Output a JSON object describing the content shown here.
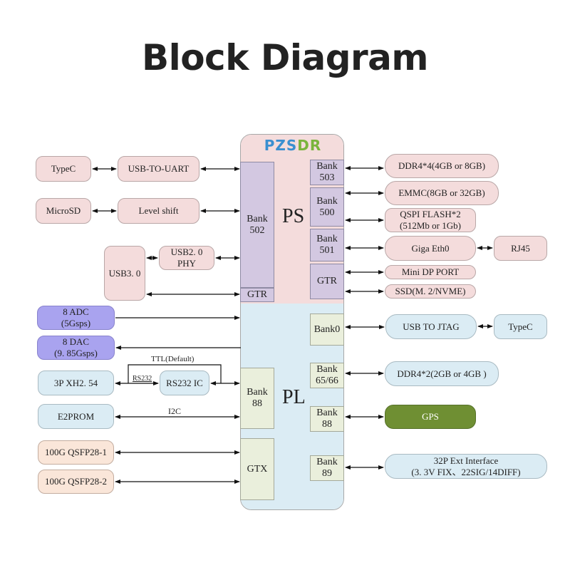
{
  "title": "Block Diagram",
  "logo": {
    "part1": "PZS",
    "part2": "DR"
  },
  "chip": {
    "ps_label": "PS",
    "pl_label": "PL",
    "ps_banks": {
      "bank502": "Bank\n502",
      "gtr_left": "GTR",
      "bank503": "Bank\n503",
      "bank500": "Bank\n500",
      "bank501": "Bank\n501",
      "gtr_right": "GTR"
    },
    "pl_banks": {
      "bank88_left": "Bank\n88",
      "gtx": "GTX",
      "bank0": "Bank0",
      "bank65_66": "Bank\n65/66",
      "bank88_right": "Bank\n88",
      "bank89": "Bank\n89"
    }
  },
  "left_blocks": {
    "typec": "TypeC",
    "usb_to_uart": "USB-TO-UART",
    "microsd": "MicroSD",
    "level_shift": "Level shift",
    "usb3": "USB3. 0",
    "usb2_phy": "USB2. 0\nPHY",
    "adc": "8 ADC\n(5Gsps)",
    "dac": "8 DAC\n(9. 85Gsps)",
    "xh254": "3P XH2. 54",
    "rs232_ic": "RS232 IC",
    "e2prom": "E2PROM",
    "qsfp1": "100G QSFP28-1",
    "qsfp2": "100G QSFP28-2"
  },
  "right_blocks": {
    "ddr4x4": "DDR4*4(4GB or 8GB)",
    "emmc": "EMMC(8GB or 32GB)",
    "qspi": "QSPI FLASH*2\n(512Mb or 1Gb)",
    "giga_eth": "Giga Eth0",
    "rj45": "RJ45",
    "mini_dp": "Mini DP PORT",
    "ssd": "SSD(M. 2/NVME)",
    "usb_jtag": "USB TO JTAG",
    "typec_jtag": "TypeC",
    "ddr4x2": "DDR4*2(2GB or 4GB )",
    "gps": "GPS",
    "ext_interface": "32P Ext Interface\n(3. 3V FIX、22SIG/14DIFF)"
  },
  "wire_labels": {
    "ttl": "TTL(Default)",
    "rs232": "RS232",
    "i2c": "I2C"
  },
  "colors": {
    "ps_fill": "#f4dcdc",
    "pl_fill": "#dbecf4",
    "ps_bank": "#d3c8e1",
    "pl_bank": "#eaefdc",
    "adc_dac": "#a9a3ef",
    "qsfp": "#fae6d9",
    "gps": "#6f8f33"
  }
}
